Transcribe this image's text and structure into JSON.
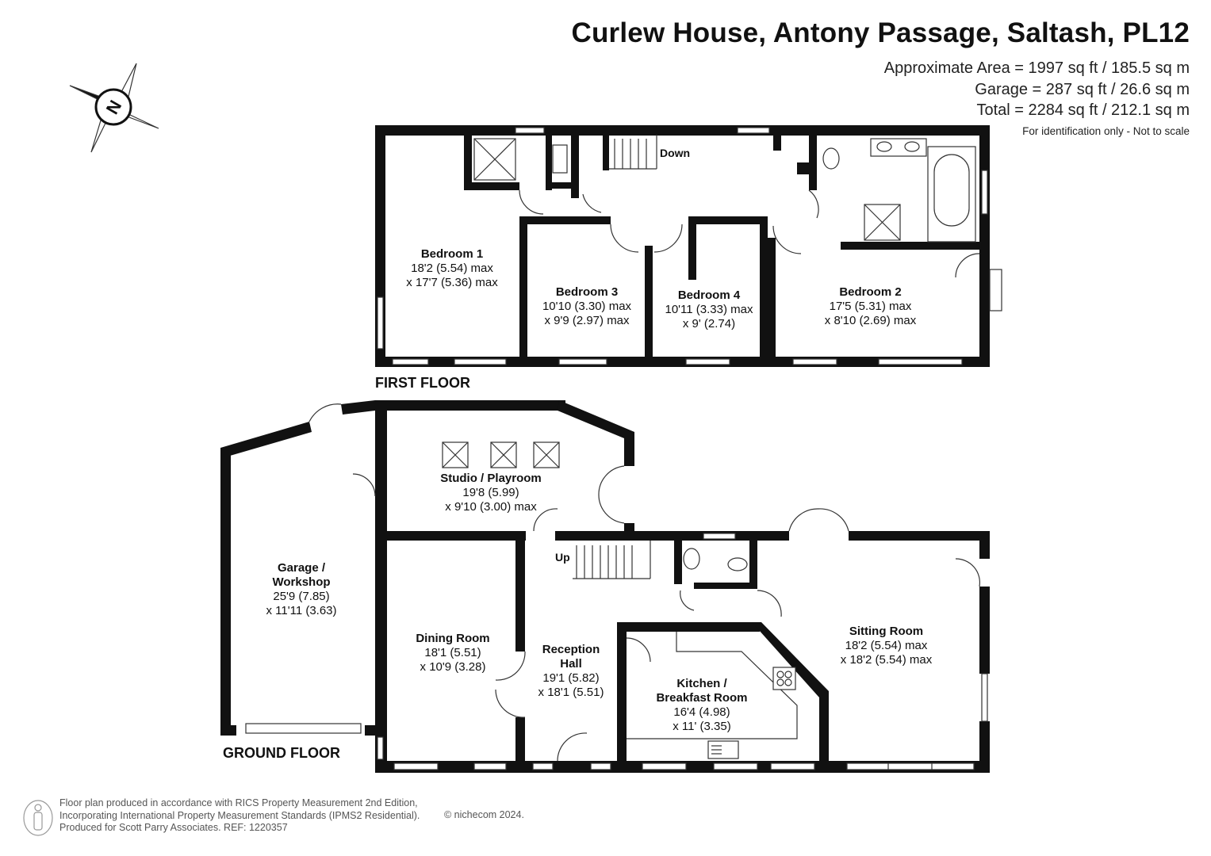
{
  "header": {
    "title": "Curlew House, Antony Passage, Saltash, PL12",
    "approx_area": "Approximate Area = 1997 sq ft / 185.5 sq m",
    "garage_area": "Garage = 287 sq ft / 26.6 sq m",
    "total_area": "Total = 2284 sq ft / 212.1 sq m",
    "identification": "For identification only - Not to scale"
  },
  "compass": {
    "letter": "N",
    "icon": "compass-rose-icon"
  },
  "first_floor": {
    "label": "FIRST FLOOR",
    "stairs_label": "Down",
    "rooms": [
      {
        "name": "Bedroom 1",
        "dims": [
          "18'2 (5.54) max",
          "x 17'7 (5.36) max"
        ]
      },
      {
        "name": "Bedroom 3",
        "dims": [
          "10'10 (3.30) max",
          "x 9'9 (2.97) max"
        ]
      },
      {
        "name": "Bedroom 4",
        "dims": [
          "10'11 (3.33) max",
          "x 9' (2.74)"
        ]
      },
      {
        "name": "Bedroom 2",
        "dims": [
          "17'5 (5.31) max",
          "x 8'10 (2.69) max"
        ]
      }
    ]
  },
  "ground_floor": {
    "label": "GROUND FLOOR",
    "stairs_label": "Up",
    "rooms": [
      {
        "name": "Studio / Playroom",
        "dims": [
          "19'8 (5.99)",
          "x 9'10 (3.00) max"
        ]
      },
      {
        "name": "Garage /",
        "name2": "Workshop",
        "dims": [
          "25'9 (7.85)",
          "x 11'11 (3.63)"
        ]
      },
      {
        "name": "Dining Room",
        "dims": [
          "18'1 (5.51)",
          "x 10'9 (3.28)"
        ]
      },
      {
        "name": "Reception",
        "name2": "Hall",
        "dims": [
          "19'1 (5.82)",
          "x 18'1 (5.51)"
        ]
      },
      {
        "name": "Kitchen /",
        "name2": "Breakfast Room",
        "dims": [
          "16'4 (4.98)",
          "x 11' (3.35)"
        ]
      },
      {
        "name": "Sitting Room",
        "dims": [
          "18'2 (5.54) max",
          "x 18'2 (5.54) max"
        ]
      }
    ]
  },
  "footer": {
    "line1": "Floor plan produced in accordance with RICS Property Measurement 2nd Edition,",
    "line2": "Incorporating International Property Measurement Standards (IPMS2 Residential).",
    "line3": "Produced for Scott Parry Associates.   REF: 1220357",
    "copyright": "© nichecom 2024.",
    "icon": "person-icon"
  },
  "colors": {
    "wall": "#111111",
    "line": "#333333",
    "background": "#ffffff"
  }
}
